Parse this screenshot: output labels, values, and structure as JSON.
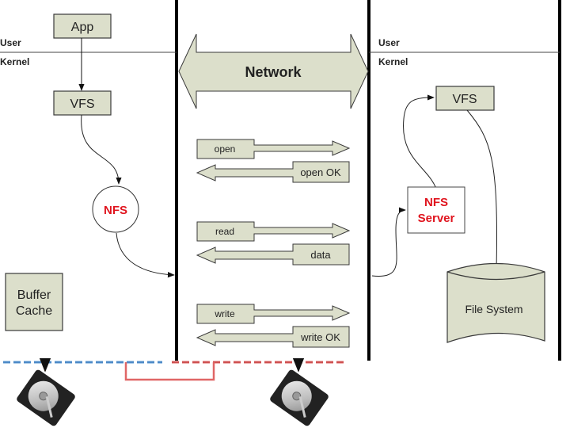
{
  "colors": {
    "box_fill": "#dcdfcb",
    "nfs_text": "#e0141e",
    "client_bus": "#5b9bd5",
    "server_bus": "#e06666",
    "disk_link": "#f0a050"
  },
  "client": {
    "user_label": "User",
    "kernel_label": "Kernel",
    "app": "App",
    "vfs": "VFS",
    "nfs": "NFS",
    "buffer_cache_line1": "Buffer",
    "buffer_cache_line2": "Cache"
  },
  "network": {
    "label": "Network",
    "messages": [
      {
        "request": "open",
        "reply": "open OK"
      },
      {
        "request": "read",
        "reply": "data"
      },
      {
        "request": "write",
        "reply": "write OK"
      }
    ]
  },
  "server": {
    "user_label": "User",
    "kernel_label": "Kernel",
    "vfs": "VFS",
    "nfs_server_line1": "NFS",
    "nfs_server_line2": "Server",
    "file_system": "File System"
  },
  "disks": [
    {
      "name": "client-disk"
    },
    {
      "name": "server-disk"
    }
  ]
}
